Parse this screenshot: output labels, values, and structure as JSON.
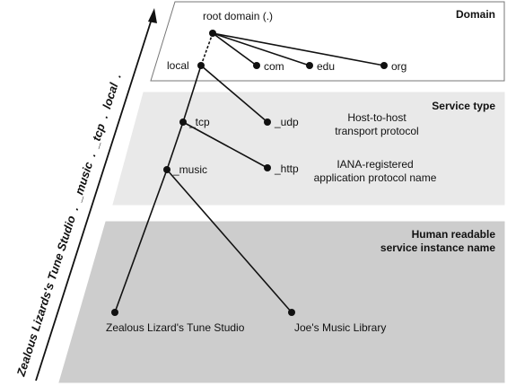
{
  "layers": {
    "domain": "Domain",
    "service_type": "Service type",
    "instance_line1": "Human readable",
    "instance_line2": "service instance name"
  },
  "nodes": {
    "root": "root domain (.)",
    "local": "local",
    "com": "com",
    "edu": "edu",
    "org": "org",
    "tcp": "_tcp",
    "udp": "_udp",
    "music": "_music",
    "http": "_http",
    "zealous": "Zealous Lizard's Tune Studio",
    "joes": "Joe's Music Library"
  },
  "annotations": {
    "transport_line1": "Host-to-host",
    "transport_line2": "transport protocol",
    "iana_line1": "IANA-registered",
    "iana_line2": "application protocol name"
  },
  "arrow_label": "Zealous Lizards's Tune Studio  .  _music  .  _tcp  .  local  .",
  "colors": {
    "domain_band": "#ffffff",
    "service_band": "#e9e9e9",
    "instance_band": "#cdcdcd",
    "ink": "#111111"
  }
}
